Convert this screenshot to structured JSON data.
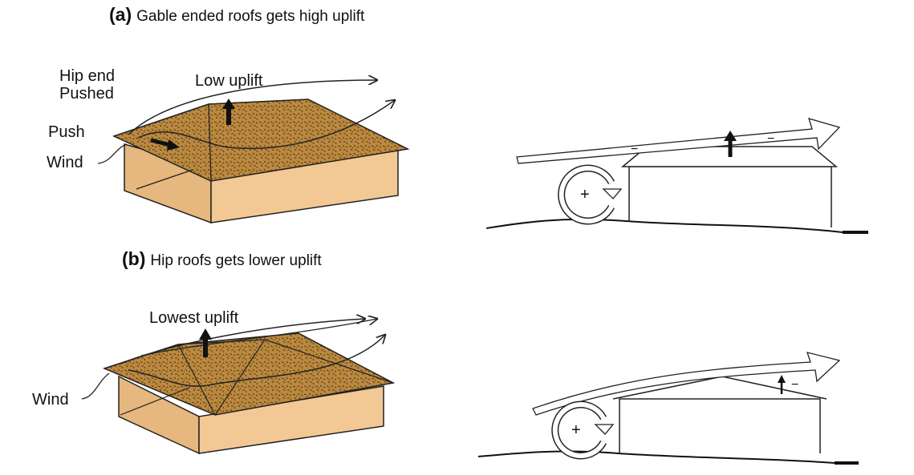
{
  "panel_a": {
    "tag": "(a)",
    "caption": "Gable ended roofs gets high uplift",
    "labels": {
      "hip_end_line1": "Hip end",
      "hip_end_line2": "Pushed",
      "low_uplift": "Low uplift",
      "push": "Push",
      "wind": "Wind"
    },
    "section_pressure": {
      "suction": "−",
      "positive": "+"
    }
  },
  "panel_b": {
    "tag": "(b)",
    "caption": "Hip roofs gets lower uplift",
    "labels": {
      "lowest_uplift": "Lowest uplift",
      "wind": "Wind"
    },
    "section_pressure": {
      "suction": "−",
      "positive": "+"
    }
  },
  "colors": {
    "roof": "#bb8a40",
    "roof_speckle": "#5c3a14",
    "wall_front": "#f2c994",
    "wall_side": "#e6b77e",
    "line": "#1a1a1a"
  }
}
